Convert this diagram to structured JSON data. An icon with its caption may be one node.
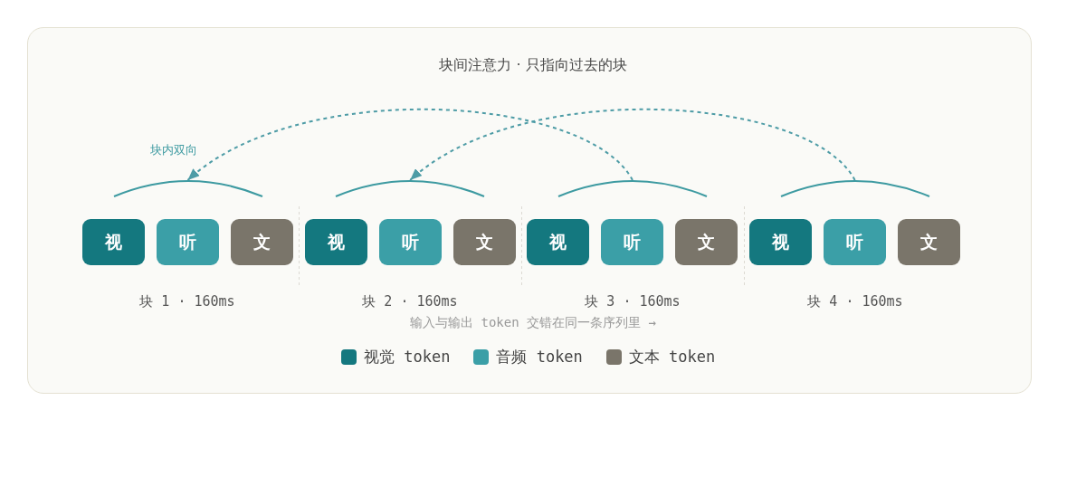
{
  "diagram": {
    "title": "块间注意力 · 只指向过去的块",
    "nodes": [
      {
        "text": [],
        "shape": "arc"
      },
      {
        "text": [],
        "shape": "arc"
      },
      {
        "text": [],
        "shape": "arc"
      },
      {
        "text": [],
        "shape": "arc"
      },
      {
        "text": [
          "视"
        ]
      },
      {
        "text": [
          "听"
        ]
      },
      {
        "text": [
          "文"
        ]
      },
      {
        "text": [
          "视"
        ]
      },
      {
        "text": [
          "听"
        ]
      },
      {
        "text": [
          "文"
        ]
      },
      {
        "text": [
          "视"
        ]
      },
      {
        "text": [
          "听"
        ]
      },
      {
        "text": [
          "文"
        ]
      },
      {
        "text": [
          "视"
        ]
      },
      {
        "text": [
          "听"
        ]
      },
      {
        "text": [
          "文"
        ]
      }
    ],
    "edges": [
      {
        "from": 2,
        "to": 0,
        "arrow": "to",
        "style": "dashed"
      },
      {
        "from": 3,
        "to": 1,
        "arrow": "to",
        "style": "dashed"
      }
    ],
    "labels": [
      "块内双向",
      "块 1 · 160ms",
      "块 2 · 160ms",
      "块 3 · 160ms",
      "块 4 · 160ms",
      "输入与输出 token 交错在同一条序列里 →"
    ],
    "legend": [
      {
        "text": "视觉 token",
        "color": "#14787f"
      },
      {
        "text": "音频 token",
        "color": "#3b9fa7"
      },
      {
        "text": "文本 token",
        "color": "#7a756a"
      }
    ]
  }
}
